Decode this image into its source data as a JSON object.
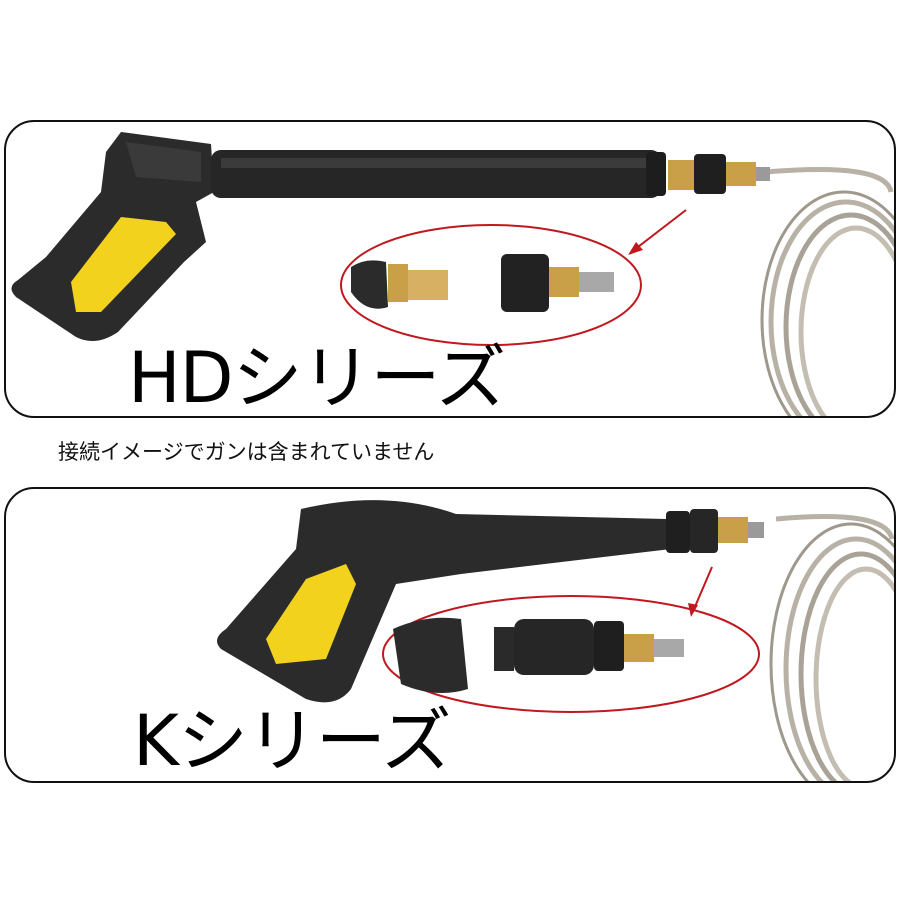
{
  "panels": {
    "hd": {
      "label": "HDシリーズ"
    },
    "k": {
      "label": "Kシリーズ"
    }
  },
  "caption": "接続イメージでガンは含まれていません",
  "colors": {
    "gun_body": "#2b2b2b",
    "trigger": "#f2d21c",
    "brass": "#c9a048",
    "hose": "#b8b2a6",
    "highlight_ellipse": "#c0181e",
    "frame": "#111111"
  },
  "icons": [
    "hd-trigger-gun",
    "k-trigger-gun",
    "brass-coupler",
    "steel-braided-hose",
    "red-arrow"
  ]
}
